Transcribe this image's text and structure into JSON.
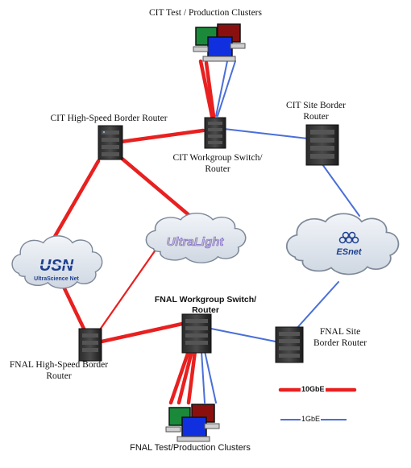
{
  "nodes": {
    "cit_clusters": "CIT Test / Production Clusters",
    "cit_hs_border": "CIT High-Speed Border Router",
    "cit_workgroup": "CIT Workgroup Switch/ Router",
    "cit_site_border": "CIT Site Border Router",
    "fnal_workgroup": "FNAL Workgroup Switch/ Router",
    "fnal_hs_border": "FNAL High-Speed Border Router",
    "fnal_site_border": "FNAL Site Border Router",
    "fnal_clusters": "FNAL Test/Production Clusters"
  },
  "clouds": {
    "usn_logo": "USN",
    "usn_caption": "UltraScience Net",
    "ultralight_logo": "UltraLight",
    "esnet_logo": "ESnet"
  },
  "legend": {
    "ten_gbe": "10GbE",
    "one_gbe": "1GbE"
  },
  "colors": {
    "link_10gbe": "#e82020",
    "link_1gbe": "#4a6fd8",
    "cloud_fill": "#dfe6ef",
    "cloud_stroke": "#7d8898"
  }
}
